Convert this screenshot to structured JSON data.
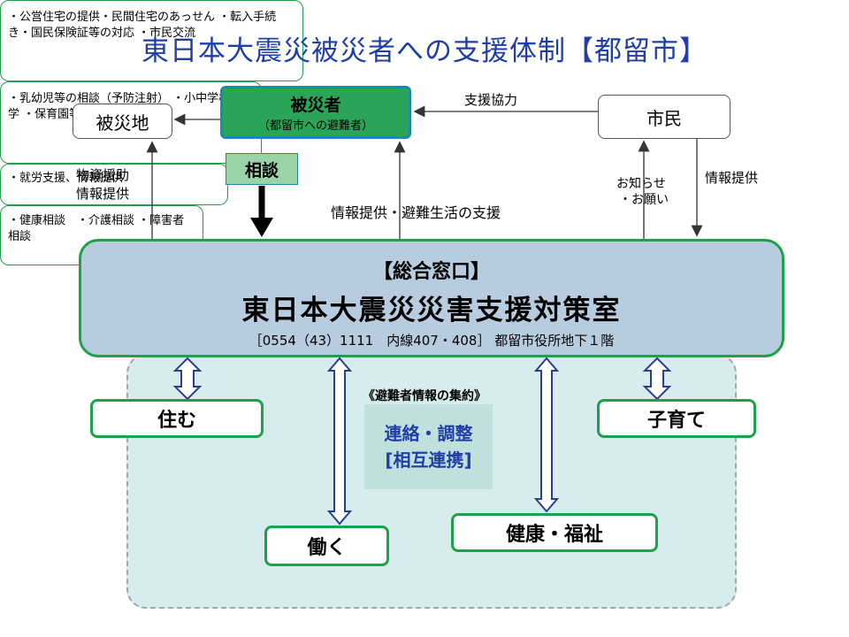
{
  "title": "東日本大震災被災者への支援体制【都留市】",
  "top": {
    "hisaichi": "被災地",
    "hisaisha_title": "被災者",
    "hisaisha_sub": "（都留市への避難者）",
    "shimin": "市民",
    "soudan": "相談"
  },
  "labels": {
    "shien_kyoryoku": "支援協力",
    "busshi_line1": "物資援助",
    "busshi_line2": "情報提供",
    "joho_hinan": "情報提供・避難生活の支援",
    "oshirase_line1": "お知らせ",
    "oshirase_line2": "・お願い",
    "joho_teikyo": "情報提供"
  },
  "center": {
    "line1": "【総合窓口】",
    "line2": "東日本大震災災害支援対策室",
    "line3": "［0554（43）1111　内線407・408］ 都留市役所地下１階"
  },
  "shuyaku": "《避難者情報の集約》",
  "renraku": {
    "line1": "連絡・調整",
    "line2": "[相互連携]"
  },
  "categories": {
    "sumu": {
      "label": "住む",
      "items": [
        "・公営住宅の提供・民間住宅のあっせん",
        "・転入手続き・国民保険証等の対応",
        "・市民交流"
      ]
    },
    "kosodate": {
      "label": "子育て",
      "items": [
        "・乳幼児等の相談（予防注射）",
        "・小中学校の就学",
        "・保育園等の入園"
      ]
    },
    "hataraku": {
      "label": "働く",
      "items": [
        "・就労支援、情報提供"
      ]
    },
    "kenko": {
      "label": "健康・福祉",
      "items": [
        "・健康相談　・介護相談",
        "・障害者相談"
      ]
    }
  },
  "colors": {
    "title": "#1f3ea8",
    "green_border": "#1fa04a",
    "hisaisha_fill": "#2aa456",
    "center_fill": "#b7cddf",
    "panel_fill": "#d7ecec"
  }
}
